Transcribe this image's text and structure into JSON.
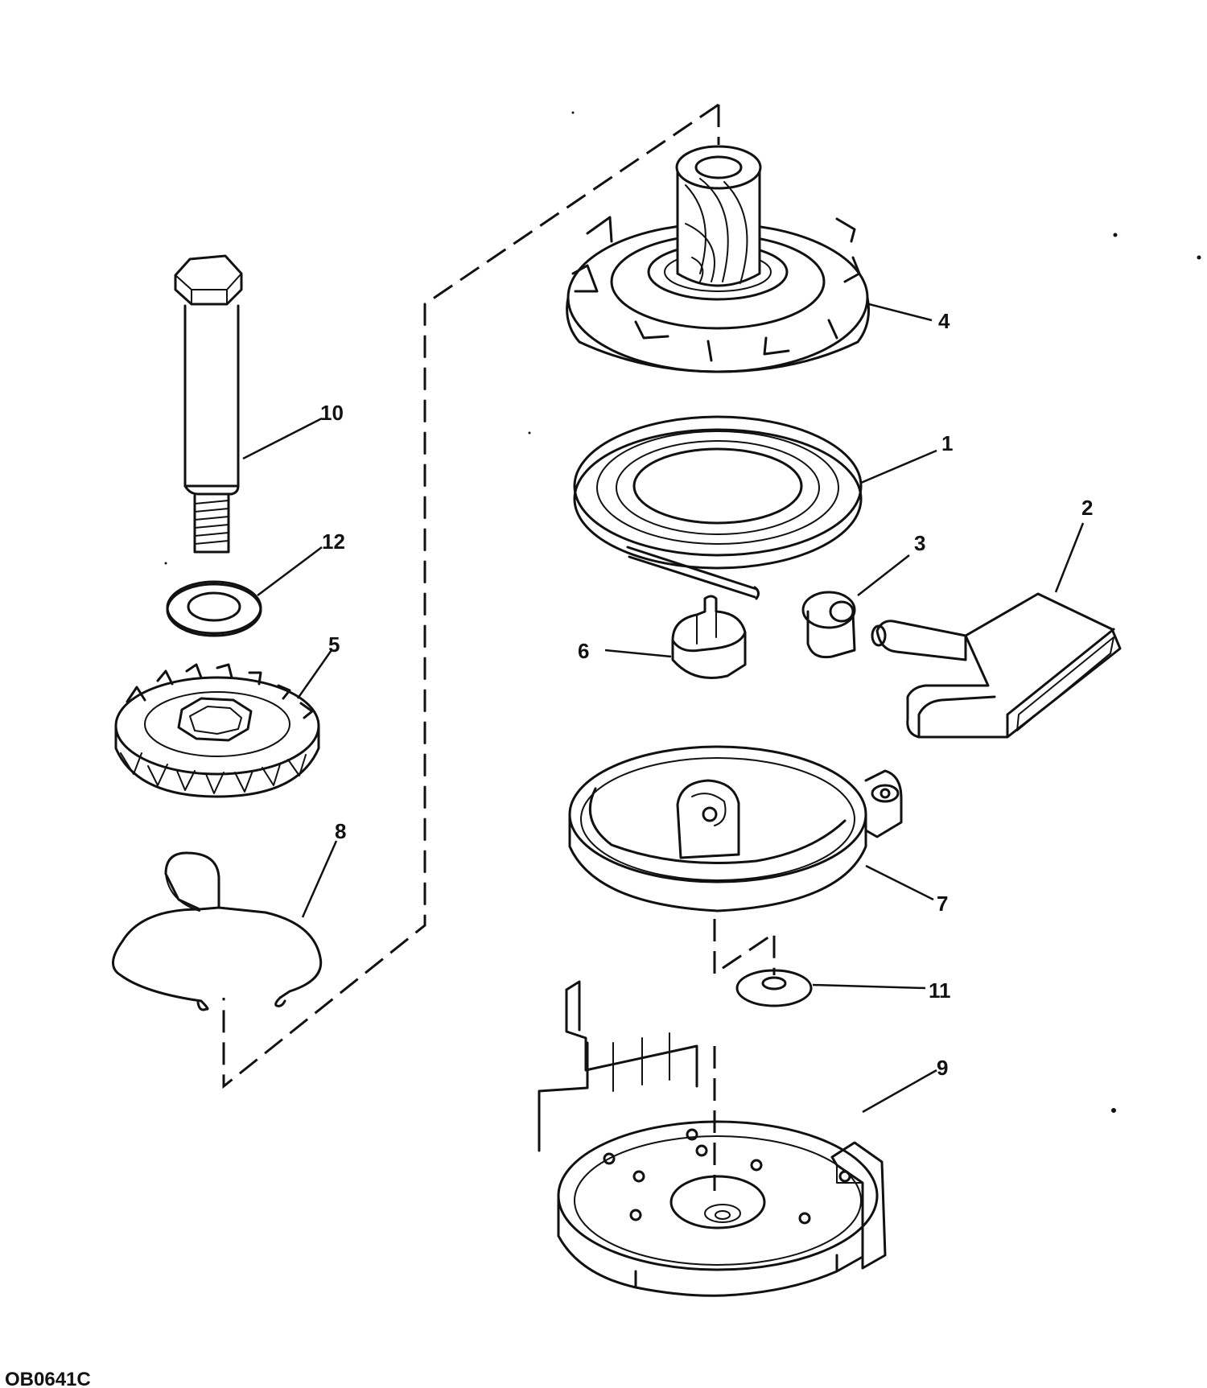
{
  "diagram": {
    "drawing_code": "OB0641C",
    "callouts": {
      "c1": "1",
      "c2": "2",
      "c3": "3",
      "c4": "4",
      "c5": "5",
      "c6": "6",
      "c7": "7",
      "c8": "8",
      "c9": "9",
      "c10": "10",
      "c11": "11",
      "c12": "12"
    }
  }
}
